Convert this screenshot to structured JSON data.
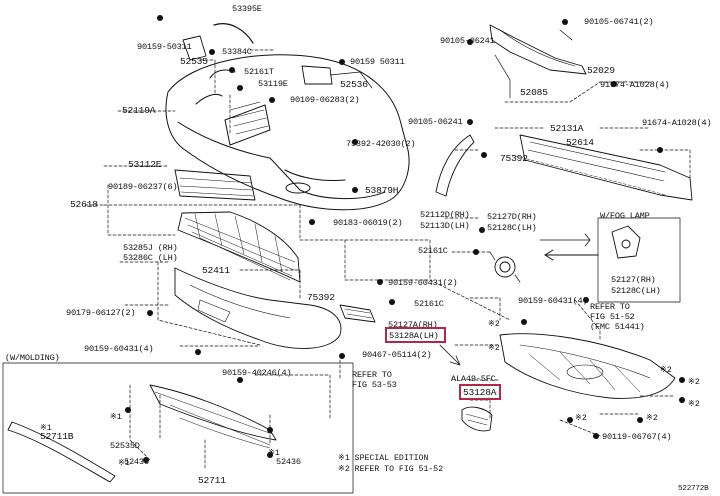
{
  "diagram": {
    "figure_id": "522772B",
    "highlight_color": "#b0284a",
    "ink_color": "#111111",
    "parts": [
      {
        "id": "p53395E",
        "text": "53395E"
      },
      {
        "id": "p90159_50311a",
        "text": "90159-50311"
      },
      {
        "id": "p53384C",
        "text": "53384C"
      },
      {
        "id": "p52535",
        "text": "52535"
      },
      {
        "id": "p90159_50311b",
        "text": "90159 50311"
      },
      {
        "id": "p52161T",
        "text": "52161T"
      },
      {
        "id": "p53119E",
        "text": "53119E"
      },
      {
        "id": "p52536",
        "text": "52536"
      },
      {
        "id": "p90109_06283",
        "text": "90109-06283(2)"
      },
      {
        "id": "p52119A",
        "text": "52119A"
      },
      {
        "id": "p75392_42030",
        "text": "75392-42030(2)"
      },
      {
        "id": "p53112E",
        "text": "53112E"
      },
      {
        "id": "p53879H",
        "text": "53879H"
      },
      {
        "id": "p90189_06237",
        "text": "90189-06237(6)"
      },
      {
        "id": "p52618",
        "text": "52618"
      },
      {
        "id": "p90183_06019",
        "text": "90183-06019(2)"
      },
      {
        "id": "p53285J",
        "text": "53285J (RH)"
      },
      {
        "id": "p53286C",
        "text": "53286C (LH)"
      },
      {
        "id": "p52411",
        "text": "52411"
      },
      {
        "id": "p90159_60431a",
        "text": "90159-60431(2)"
      },
      {
        "id": "p90179_06127",
        "text": "90179-06127(2)"
      },
      {
        "id": "p75392",
        "text": "75392"
      },
      {
        "id": "p52161C_a",
        "text": "52161C"
      },
      {
        "id": "p52127A",
        "text": "52127A(RH)"
      },
      {
        "id": "p53128A_LH",
        "text": "53128A(LH)"
      },
      {
        "id": "p90159_60431b",
        "text": "90159-60431(4)"
      },
      {
        "id": "p90467_05114",
        "text": "90467-05114(2)"
      },
      {
        "id": "pWMOLDING",
        "text": "(W/MOLDING)"
      },
      {
        "id": "pRefer5353",
        "text": "REFER TO\nFIG 53-53"
      },
      {
        "id": "p90159_40246",
        "text": "90159-40246(4)"
      },
      {
        "id": "p52711B",
        "text": "52711B"
      },
      {
        "id": "p52535D",
        "text": "52535D"
      },
      {
        "id": "p52436a",
        "text": "52436"
      },
      {
        "id": "p52436b",
        "text": "52436"
      },
      {
        "id": "p52711",
        "text": "52711"
      },
      {
        "id": "p90105_06241a",
        "text": "90105-06241"
      },
      {
        "id": "p90105_06741",
        "text": "90105-06741(2)"
      },
      {
        "id": "p52029",
        "text": "52029"
      },
      {
        "id": "p91674_A1028a",
        "text": "91674-A1028(4)"
      },
      {
        "id": "p52085",
        "text": "52085"
      },
      {
        "id": "p90105_06241b",
        "text": "90105-06241"
      },
      {
        "id": "p52131A",
        "text": "52131A"
      },
      {
        "id": "p91674_A1028b",
        "text": "91674-A1028(4)"
      },
      {
        "id": "p52614",
        "text": "52614"
      },
      {
        "id": "p75392b",
        "text": "75392"
      },
      {
        "id": "p52112D",
        "text": "52112D(RH)"
      },
      {
        "id": "p52113D",
        "text": "52113D(LH)"
      },
      {
        "id": "p52127D",
        "text": "52127D(RH)"
      },
      {
        "id": "p52128C",
        "text": "52128C(LH)"
      },
      {
        "id": "pWFOG",
        "text": "W/FOG LAMP"
      },
      {
        "id": "p52161C_b",
        "text": "52161C"
      },
      {
        "id": "p52127_fog",
        "text": "52127(RH)"
      },
      {
        "id": "p52128_fog",
        "text": "52128C(LH)"
      },
      {
        "id": "p90159_60431c",
        "text": "90159-60431(4)"
      },
      {
        "id": "pRefer5152",
        "text": "REFER TO\nFIG 51-52\n(FMC 51441)"
      },
      {
        "id": "pALA",
        "text": "ALA49-5FC"
      },
      {
        "id": "p53128A",
        "text": "53128A"
      },
      {
        "id": "p90119_06767",
        "text": "90119-06767(4)"
      }
    ],
    "notes": [
      {
        "id": "n1",
        "text": "※1 SPECIAL EDITION"
      },
      {
        "id": "n2",
        "text": "※2 REFER TO FIG 51-52"
      }
    ],
    "markers": {
      "m1": "※1",
      "m2": "※2"
    }
  }
}
